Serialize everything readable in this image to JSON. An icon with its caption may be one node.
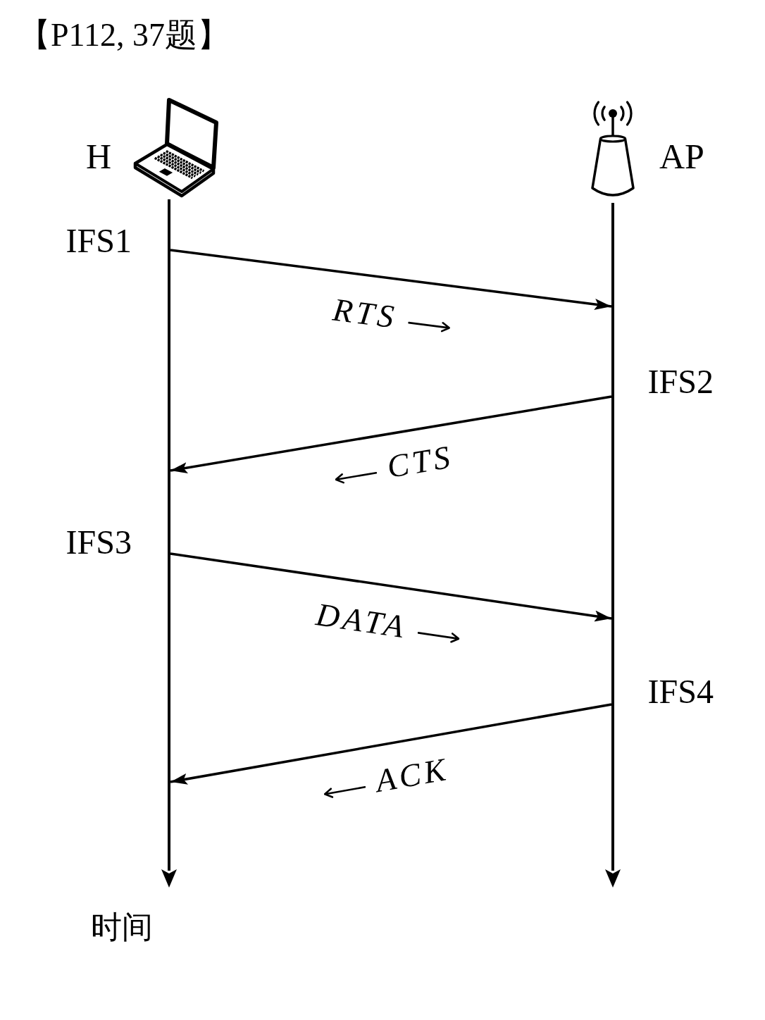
{
  "diagram": {
    "title": "【P112, 37题】",
    "nodes": [
      {
        "text": [],
        "shape": "bar"
      },
      {
        "text": [],
        "shape": "bar"
      }
    ],
    "edges": [
      {
        "from": 0,
        "to": 1,
        "arrow": "to",
        "label": "RTS"
      },
      {
        "from": 1,
        "to": 0,
        "arrow": "to",
        "label": "CTS"
      },
      {
        "from": 0,
        "to": 1,
        "arrow": "to",
        "label": "DATA"
      },
      {
        "from": 1,
        "to": 0,
        "arrow": "to",
        "label": "ACK"
      }
    ],
    "labels": [
      "H",
      "AP",
      "IFS1",
      "IFS2",
      "IFS3",
      "IFS4",
      "时间"
    ]
  }
}
